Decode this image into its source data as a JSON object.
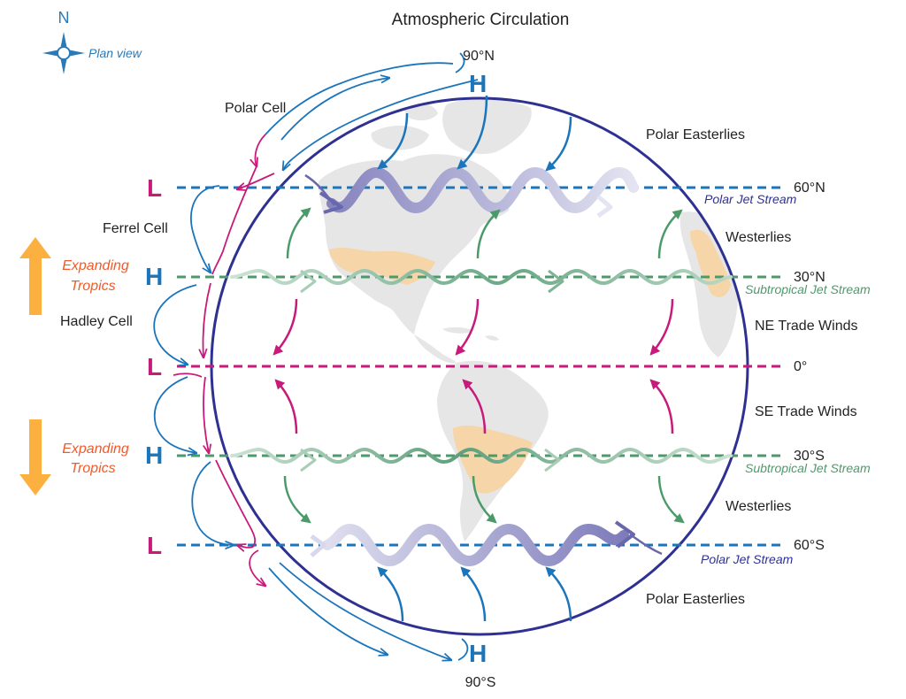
{
  "title": "Atmospheric Circulation",
  "compass": {
    "letter": "N",
    "caption": "Plan view",
    "icon": "compass-rose-icon"
  },
  "latitudes": {
    "n90": "90°N",
    "n60": "60°N",
    "n30": "30°N",
    "eq": "0°",
    "s30": "30°S",
    "s60": "60°S",
    "s90": "90°S"
  },
  "pressure": {
    "high": "H",
    "low": "L"
  },
  "cells": {
    "polar": "Polar Cell",
    "ferrel": "Ferrel Cell",
    "hadley": "Hadley Cell"
  },
  "winds": {
    "polar_easterlies_n": "Polar Easterlies",
    "westerlies_n": "Westerlies",
    "ne_trades": "NE Trade Winds",
    "se_trades": "SE Trade Winds",
    "westerlies_s": "Westerlies",
    "polar_easterlies_s": "Polar Easterlies"
  },
  "jets": {
    "polar_n": "Polar Jet Stream",
    "subtropical_n": "Subtropical Jet Stream",
    "subtropical_s": "Subtropical Jet Stream",
    "polar_s": "Polar Jet Stream"
  },
  "tropics": {
    "north_line1": "Expanding",
    "north_line2": "Tropics",
    "south_line1": "Expanding",
    "south_line2": "Tropics"
  },
  "colors": {
    "globe_outline": "#2e3192",
    "polar_blue": "#1b75bb",
    "low_magenta": "#c71a7a",
    "subtropical_green": "#4c9a6a",
    "jet_purple": "#8080c0",
    "tropics_orange": "#f15a29",
    "tropics_arrow": "#fbb040",
    "land": "#e6e6e6",
    "desert": "#f6d6a8"
  }
}
